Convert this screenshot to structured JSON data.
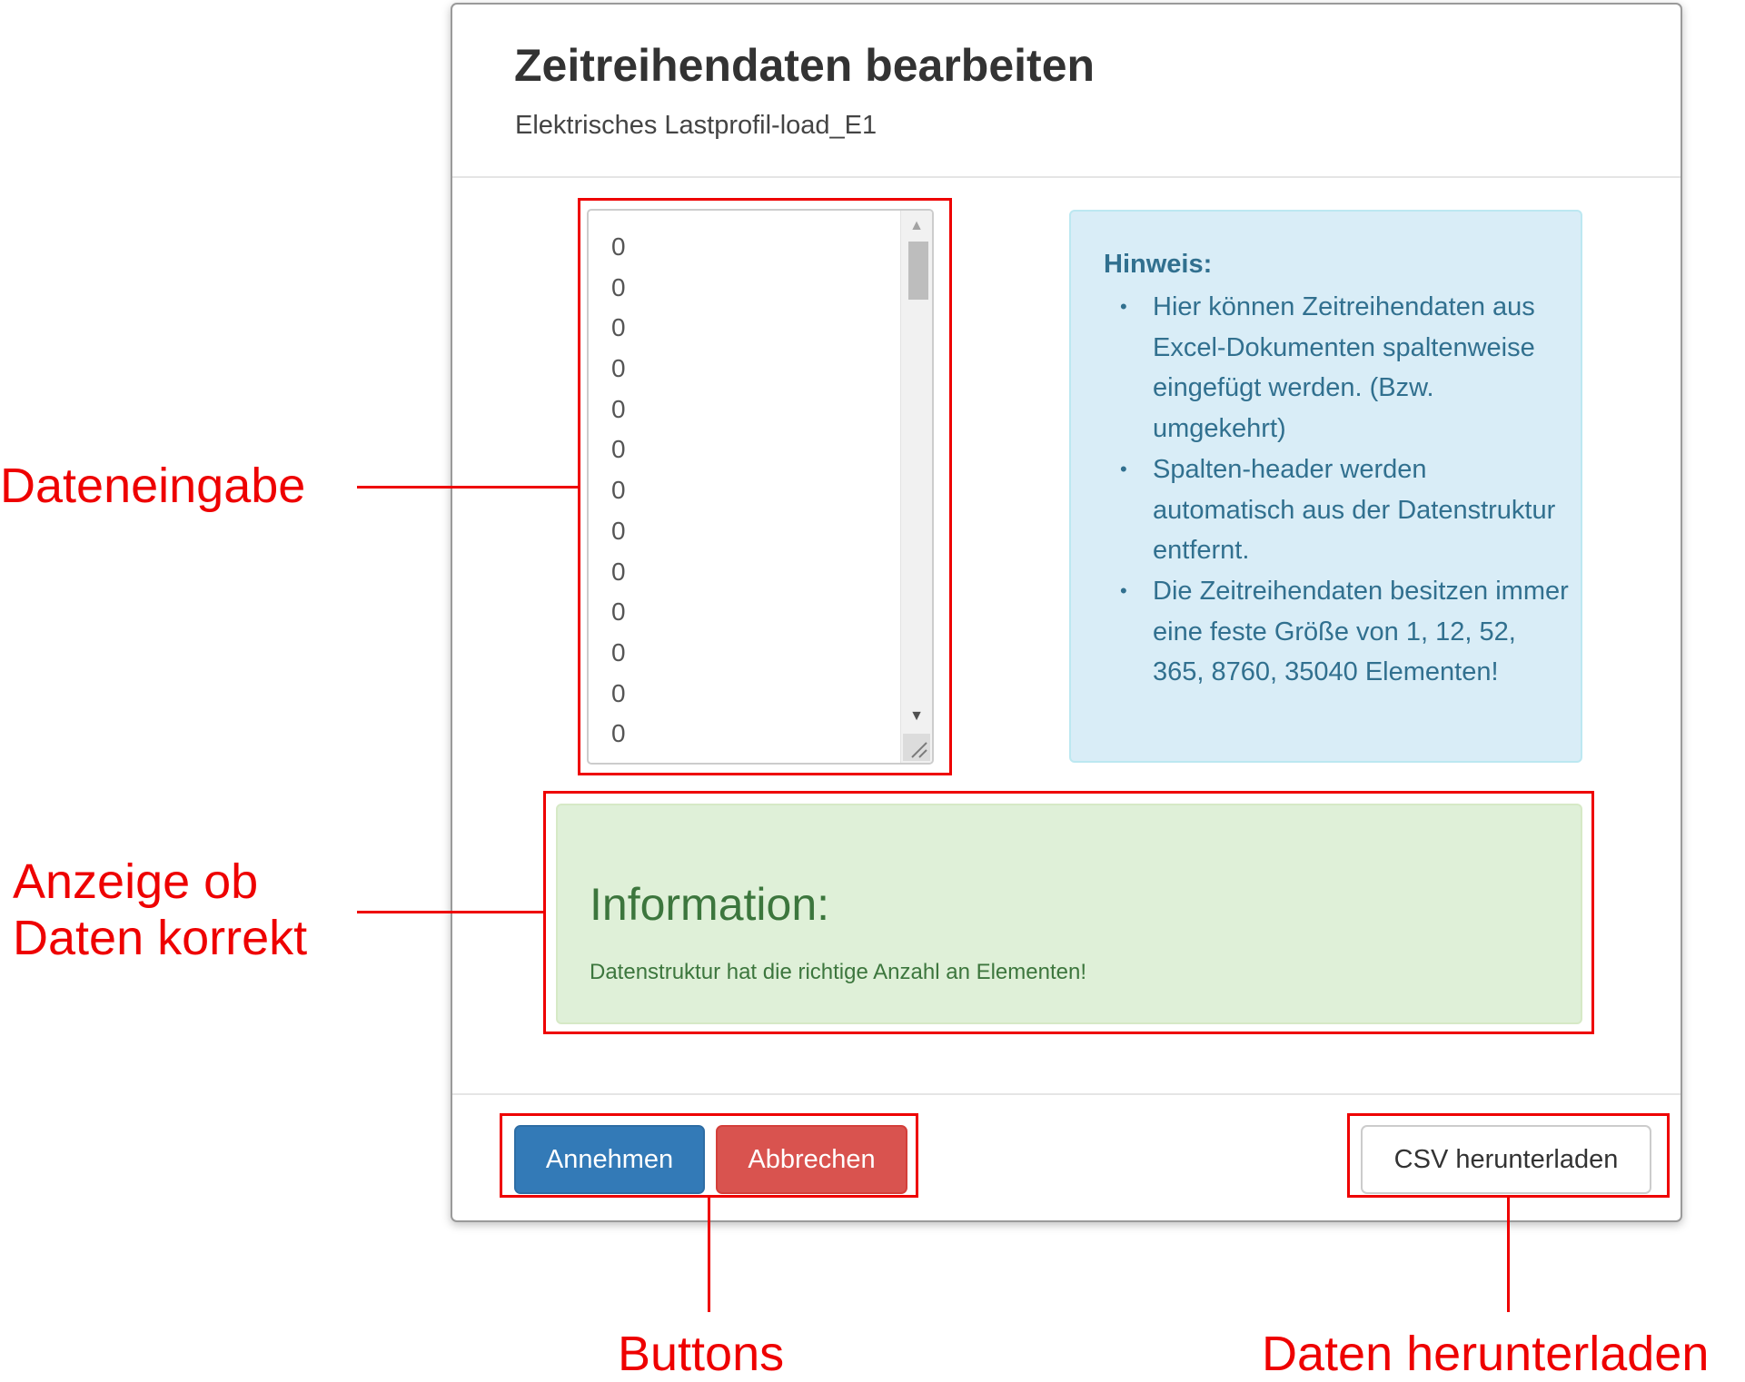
{
  "modal": {
    "title": "Zeitreihendaten bearbeiten",
    "subtitle": "Elektrisches Lastprofil-load_E1"
  },
  "textarea": {
    "lines": [
      "0",
      "0",
      "0",
      "0",
      "0",
      "0",
      "0",
      "0",
      "0",
      "0",
      "0",
      "0",
      "0"
    ]
  },
  "hint": {
    "heading": "Hinweis:",
    "items": [
      "Hier können Zeitreihendaten aus Excel-Dokumenten spaltenweise eingefügt werden. (Bzw. umgekehrt)",
      "Spalten-header werden automatisch aus der Datenstruktur entfernt.",
      "Die Zeitreihendaten besitzen immer eine feste Größe von 1, 12, 52, 365, 8760, 35040 Elementen!"
    ]
  },
  "status": {
    "heading": "Information:",
    "message": "Datenstruktur hat die richtige Anzahl an Elementen!"
  },
  "buttons": {
    "accept": "Annehmen",
    "cancel": "Abbrechen",
    "download_csv": "CSV herunterladen"
  },
  "annotations": {
    "data_input": "Dateneingabe",
    "validity_line1": "Anzeige ob",
    "validity_line2": "Daten korrekt",
    "buttons": "Buttons",
    "download": "Daten herunterladen"
  },
  "colors": {
    "annotation": "#ee0000",
    "primary": "#337ab7",
    "danger": "#d9534f",
    "info_bg": "#d9edf7",
    "info_text": "#31708f",
    "success_bg": "#dff0d8",
    "success_text": "#3c763d"
  },
  "icons": {
    "scroll_up": "scroll-up-arrow-icon",
    "scroll_down": "scroll-down-arrow-icon",
    "resize": "resize-grip-icon",
    "bullet": "bullet-icon"
  }
}
